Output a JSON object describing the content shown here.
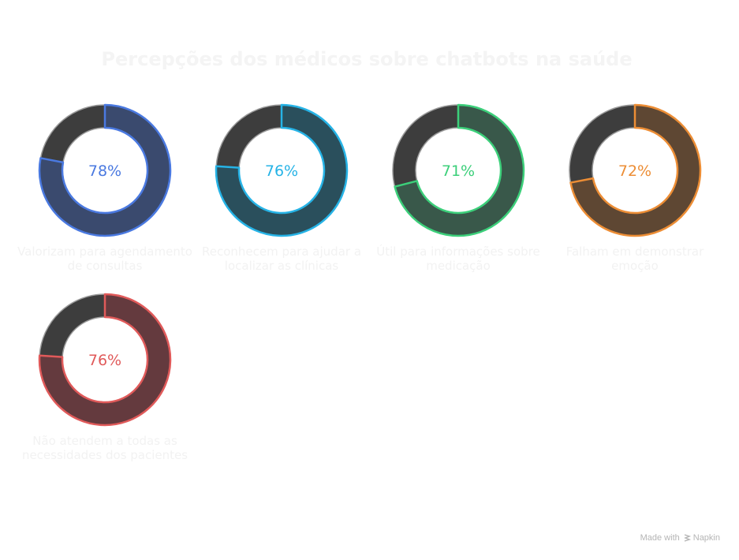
{
  "title": "Percepções dos médicos sobre chatbots na saúde",
  "chart_data": [
    {
      "type": "pie",
      "label": "Valorizam para agendamento de consultas",
      "value": 78,
      "value_text": "78%",
      "color": "#4a79e0",
      "fill": "#3a4a6e"
    },
    {
      "type": "pie",
      "label": "Reconhecem para ajudar a localizar as clínicas",
      "value": 76,
      "value_text": "76%",
      "color": "#26b3e6",
      "fill": "#2a4f5c"
    },
    {
      "type": "pie",
      "label": "Útil para informações sobre medicação",
      "value": 71,
      "value_text": "71%",
      "color": "#3ccf7a",
      "fill": "#39584a"
    },
    {
      "type": "pie",
      "label": "Falham em demonstrar emoção",
      "value": 72,
      "value_text": "72%",
      "color": "#ec8d35",
      "fill": "#5e4733"
    },
    {
      "type": "pie",
      "label": "Não atendem a todas as necessidades dos pacientes",
      "value": 76,
      "value_text": "76%",
      "color": "#e05a5a",
      "fill": "#643a3e"
    }
  ],
  "remainder_color": "#3d3d3d",
  "footer": {
    "made_with": "Made with",
    "brand": "Napkin"
  }
}
